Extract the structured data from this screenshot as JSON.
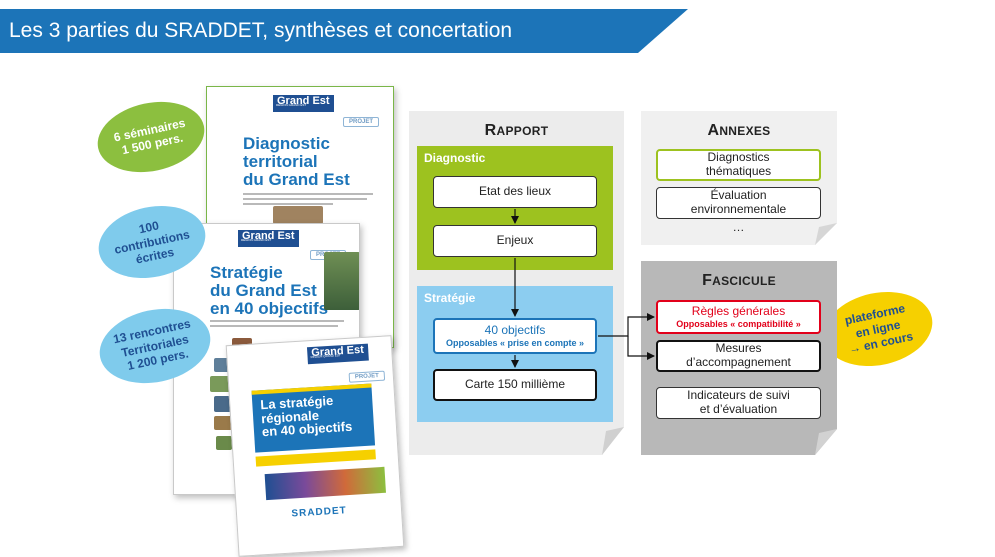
{
  "title": "Les 3 parties du SRADDET, synthèses et concertation",
  "colors": {
    "banner_blue": "#1c74b8",
    "green": "#9dc21f",
    "light_blue": "#8ccdf0",
    "yellow": "#f6d000",
    "red": "#e2001a",
    "dark_blue": "#1f4f92"
  },
  "ellipses": {
    "seminaires": "6 séminaires\n1 500 pers.",
    "contributions": "100\ncontributions\nécrites",
    "rencontres": "13 rencontres\nTerritoriales\n1 200 pers.",
    "plateforme": "plateforme\nen ligne\n→ en cours"
  },
  "covers": {
    "logo": "Grand Est",
    "projet": "PROJET",
    "diagnostic_title": "Diagnostic\nterritorial\ndu Grand Est",
    "strategie_title": "Stratégie\ndu Grand Est\nen 40 objectifs",
    "strategie_regionale_title": "La stratégie\nrégionale\nen 40 objectifs",
    "sraddet_logo": "SRADDET"
  },
  "rapport": {
    "head_initial": "R",
    "head_rest": "APPORT",
    "diagnostic_label": "Diagnostic",
    "etat_des_lieux": "Etat des lieux",
    "enjeux": "Enjeux",
    "strategie_label": "Stratégie",
    "objectifs": "40 objectifs",
    "objectifs_sub": "Opposables « prise en compte »",
    "carte": "Carte 150 millième"
  },
  "annexes": {
    "head_initial": "A",
    "head_rest": "NNEXES",
    "diagnostics": "Diagnostics\nthématiques",
    "evaluation": "Évaluation\nenvironnementale",
    "dots": "…"
  },
  "fascicule": {
    "head_initial": "F",
    "head_rest": "ASCICULE",
    "regles": "Règles générales",
    "regles_sub": "Opposables « compatibilité »",
    "mesures": "Mesures\nd’accompagnement",
    "indicateurs": "Indicateurs de suivi\net d’évaluation"
  }
}
